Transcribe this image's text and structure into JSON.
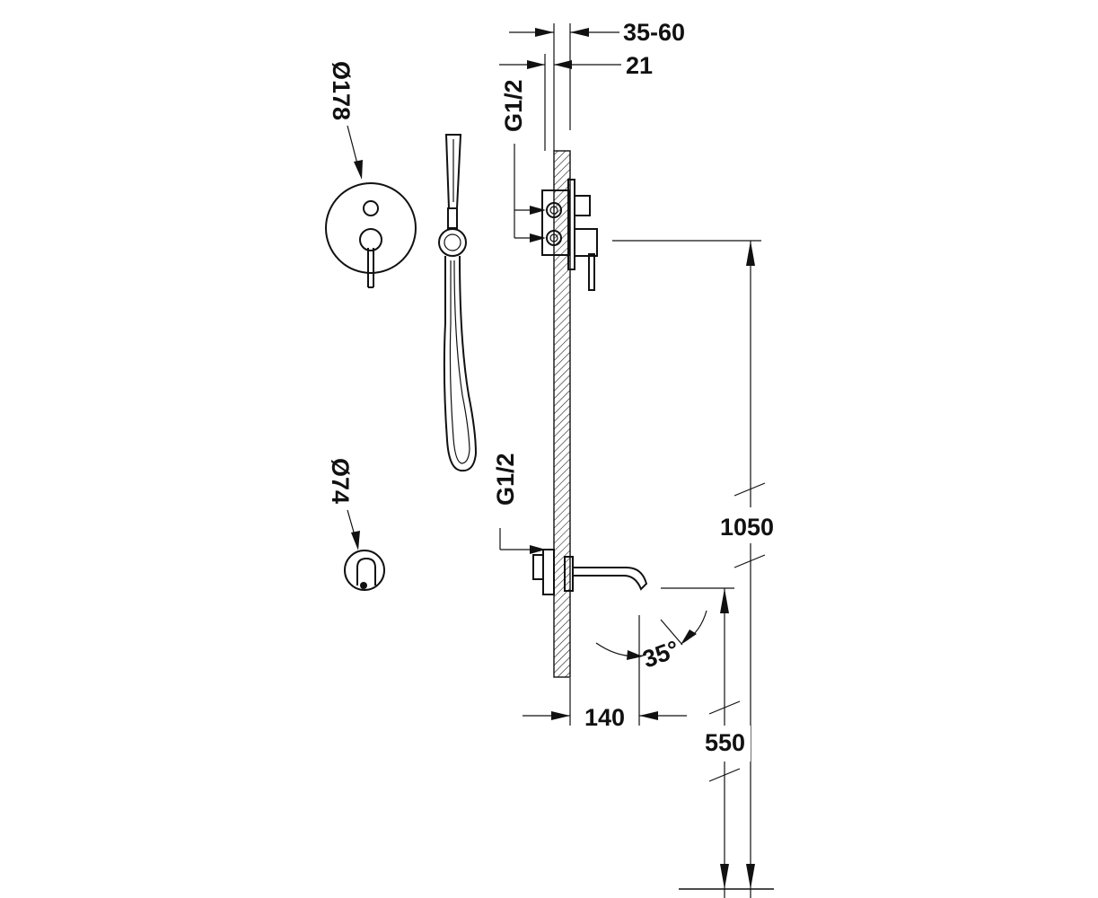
{
  "labels": {
    "dim_35_60": "35-60",
    "dim_21": "21",
    "thread_top": "G1/2",
    "thread_bottom": "G1/2",
    "dia_178": "Ø178",
    "dia_74": "Ø74",
    "dim_1050": "1050",
    "dim_550": "550",
    "dim_140": "140",
    "angle_35": "35°"
  },
  "colors": {
    "ink": "#111111",
    "background": "#ffffff"
  }
}
